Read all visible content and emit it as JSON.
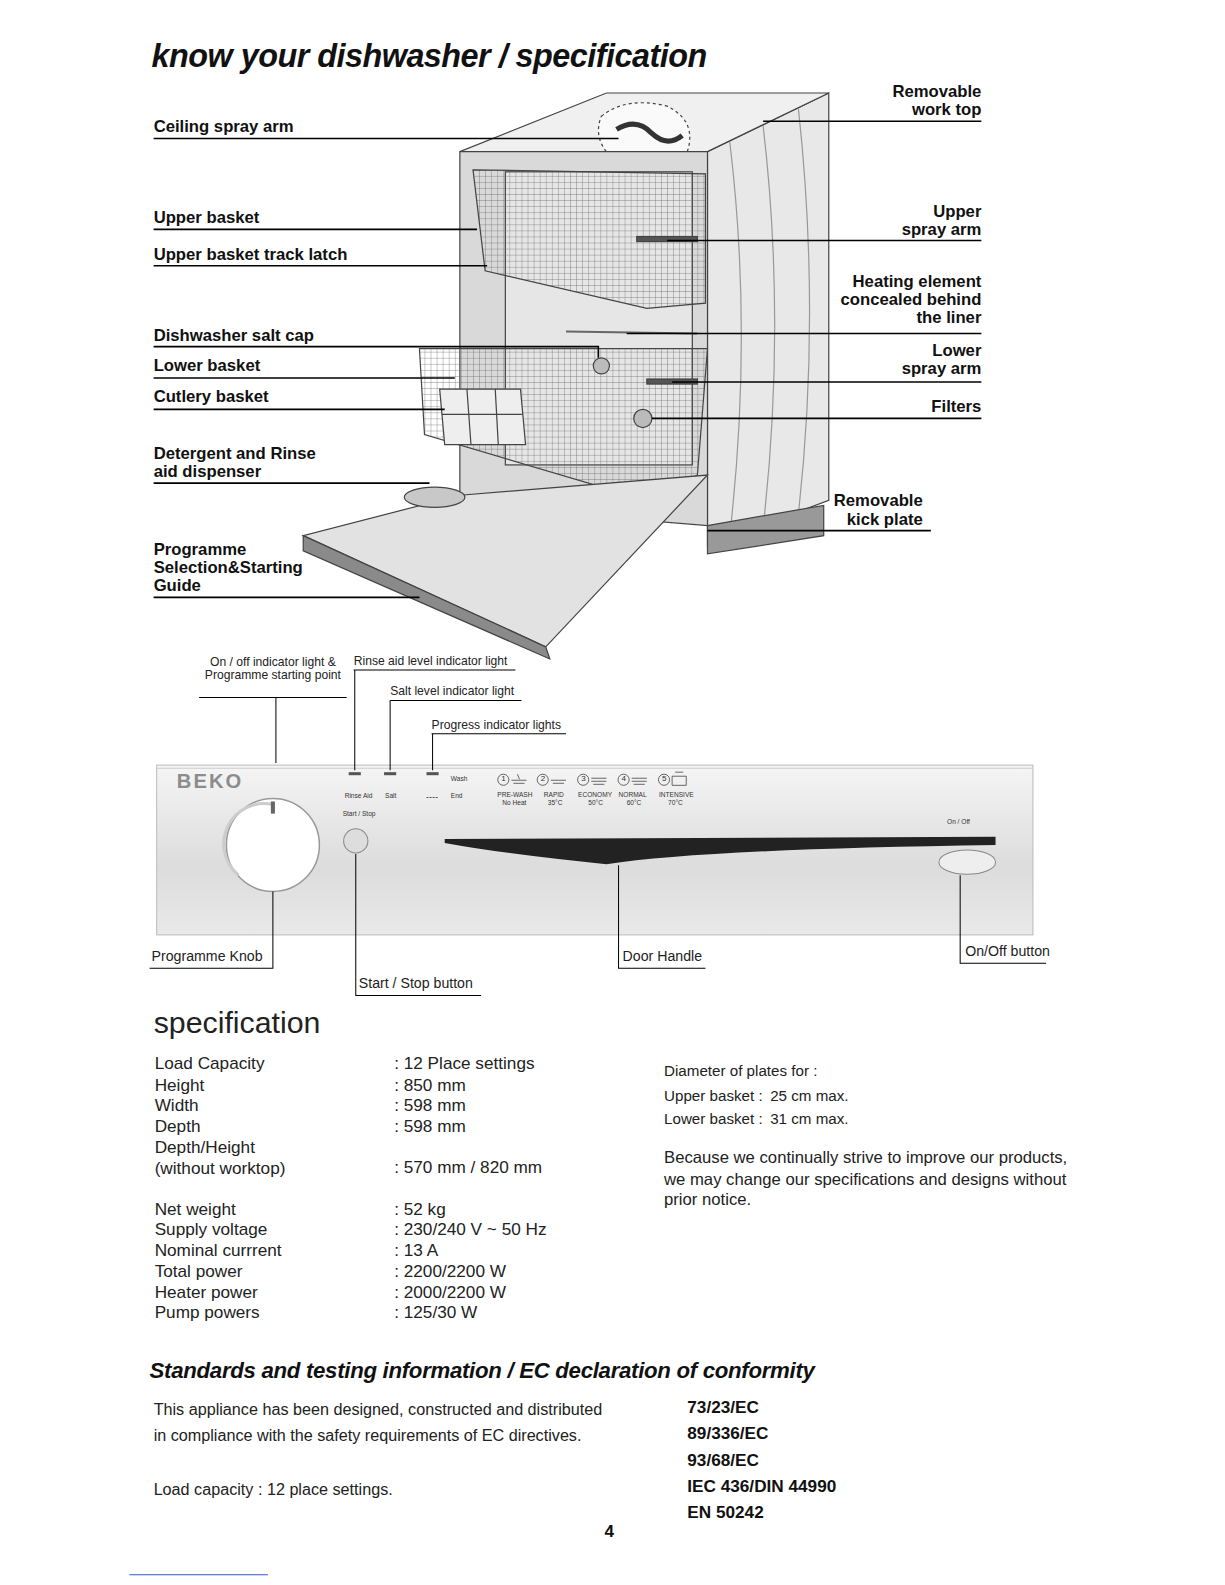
{
  "diagram": {
    "title": "know your dishwasher / specification",
    "nodes": [
      {
        "text": [
          "BEKO",
          "Rinse Aid",
          "Salt",
          "Wash",
          "End",
          "Start / Stop",
          "1",
          "PRE-WASH",
          "No Heat",
          "2",
          "RAPID",
          "35°C",
          "3",
          "ECONOMY",
          "50°C",
          "4",
          "NORMAL",
          "60°C",
          "5",
          "INTENSIVE",
          "70°C",
          "On / Off"
        ]
      }
    ],
    "labels": [
      "Ceiling spray arm",
      "Upper basket",
      "Upper basket track latch",
      "Dishwasher salt cap",
      "Lower basket",
      "Cutlery basket",
      "Detergent and Rinse aid dispenser",
      "Programme Selection&Starting Guide",
      "Removable work top",
      "Upper spray arm",
      "Heating element concealed behind the liner",
      "Lower spray arm",
      "Filters",
      "Removable kick plate",
      "On / off indicator light & Programme starting point",
      "Rinse aid level indicator light",
      "Salt level indicator light",
      "Progress indicator lights",
      "Programme Knob",
      "Start / Stop button",
      "Door Handle",
      "On/Off button",
      "specification",
      "Load Capacity",
      ": 12 Place settings",
      "Height",
      ": 850 mm",
      "Width",
      ": 598 mm",
      "Depth",
      ": 598 mm",
      "Depth/Height (without worktop)",
      ": 570 mm / 820 mm",
      "Net weight",
      ": 52 kg",
      "Supply voltage",
      ": 230/240 V ~ 50 Hz",
      "Nominal currrent",
      ": 13 A",
      "Total power",
      ": 2200/2200 W",
      "Heater power",
      ": 2000/2200 W",
      "Pump powers",
      ": 125/30 W",
      "Diameter of plates for :",
      "Upper basket :",
      "25 cm max.",
      "Lower basket :",
      "31 cm max.",
      "Because we continually strive to improve our products, we may change our specifications and designs without prior notice.",
      "Standards and testing information / EC declaration of conformity",
      "This appliance has been designed, constructed and distributed in compliance with the safety requirements of EC directives.",
      "Load capacity : 12 place settings.",
      "73/23/EC",
      "89/336/EC",
      "93/68/EC",
      "IEC 436/DIN 44990",
      "EN 50242",
      "4"
    ]
  }
}
